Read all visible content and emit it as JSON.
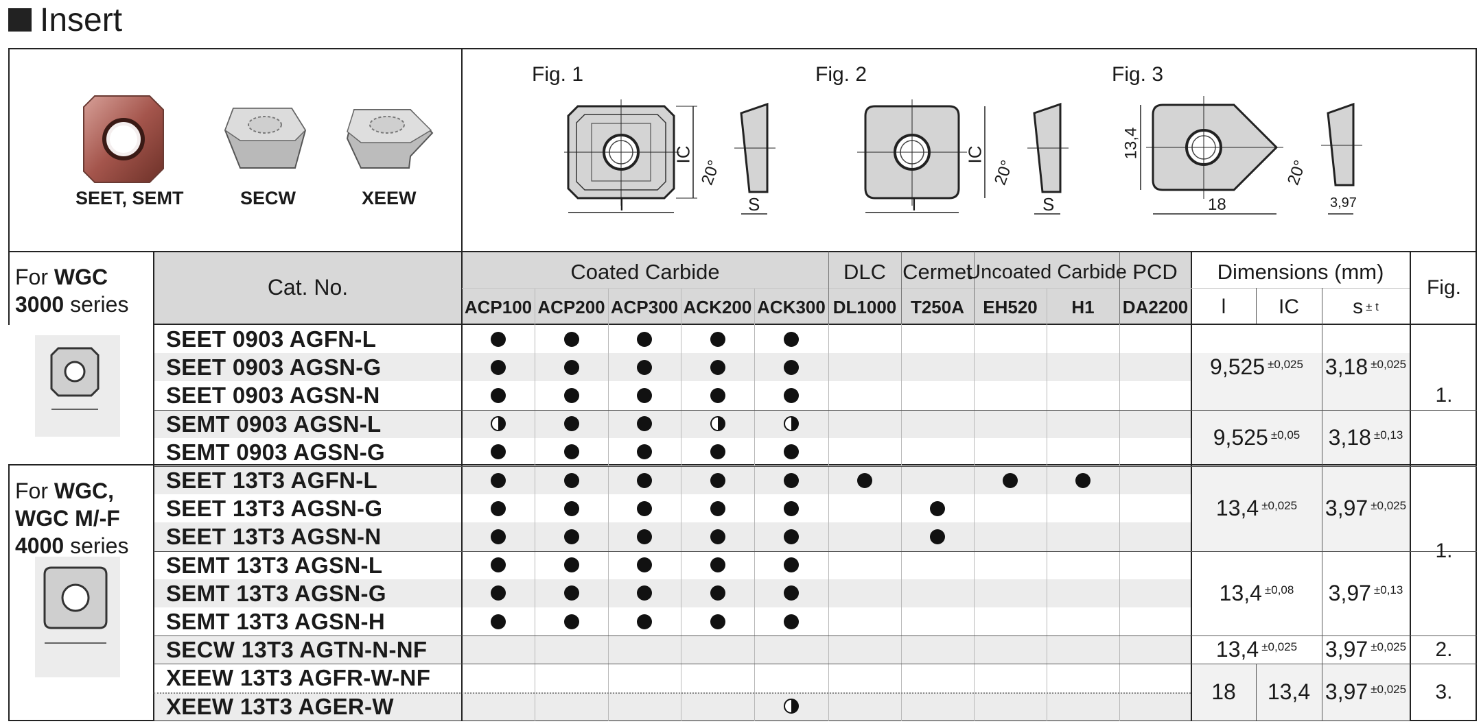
{
  "title": "Insert",
  "product_images": [
    {
      "label": "SEET, SEMT"
    },
    {
      "label": "SECW"
    },
    {
      "label": "XEEW"
    }
  ],
  "figures": [
    {
      "label": "Fig. 1",
      "dims": {
        "ic": "IC",
        "l": "l",
        "s": "S",
        "angle": "20°"
      }
    },
    {
      "label": "Fig. 2",
      "dims": {
        "ic": "IC",
        "l": "l",
        "s": "S",
        "angle": "20°"
      }
    },
    {
      "label": "Fig. 3",
      "dims": {
        "height": "13,4",
        "width": "18",
        "s": "3,97",
        "angle": "20°"
      }
    }
  ],
  "table": {
    "cat_header": "Cat. No.",
    "groups": [
      {
        "name": "Coated Carbide"
      },
      {
        "name": "DLC"
      },
      {
        "name": "Cermet"
      },
      {
        "name": "Uncoated Carbide"
      },
      {
        "name": "PCD"
      },
      {
        "name": "Dimensions (mm)"
      }
    ],
    "grades": [
      "ACP100",
      "ACP200",
      "ACP300",
      "ACK200",
      "ACK300",
      "DL1000",
      "T250A",
      "EH520",
      "H1",
      "DA2200"
    ],
    "dim_headers": {
      "l": "l",
      "ic": "IC",
      "s": "s",
      "s_sup": "± t"
    },
    "fig_header": "Fig.",
    "series": [
      {
        "prefix": "For ",
        "bold": "WGC",
        "line2_bold": "3000",
        "line2": " series"
      },
      {
        "prefix": "For ",
        "bold": "WGC,",
        "line2_bold": "WGC M/-F",
        "line3_bold": "4000",
        "line3": " series"
      }
    ],
    "rows": [
      {
        "cat": "SEET 0903 AGFN-L",
        "marks": [
          "F",
          "F",
          "F",
          "F",
          "F",
          "",
          "",
          "",
          "",
          ""
        ]
      },
      {
        "cat": "SEET 0903 AGSN-G",
        "marks": [
          "F",
          "F",
          "F",
          "F",
          "F",
          "",
          "",
          "",
          "",
          ""
        ]
      },
      {
        "cat": "SEET 0903 AGSN-N",
        "marks": [
          "F",
          "F",
          "F",
          "F",
          "F",
          "",
          "",
          "",
          "",
          ""
        ]
      },
      {
        "cat": "SEMT 0903 AGSN-L",
        "marks": [
          "P",
          "F",
          "F",
          "P",
          "P",
          "",
          "",
          "",
          "",
          ""
        ]
      },
      {
        "cat": "SEMT 0903 AGSN-G",
        "marks": [
          "F",
          "F",
          "F",
          "F",
          "F",
          "",
          "",
          "",
          "",
          ""
        ]
      },
      {
        "cat": "SEET 13T3 AGFN-L",
        "marks": [
          "F",
          "F",
          "F",
          "F",
          "F",
          "F",
          "",
          "F",
          "F",
          ""
        ]
      },
      {
        "cat": "SEET 13T3 AGSN-G",
        "marks": [
          "F",
          "F",
          "F",
          "F",
          "F",
          "",
          "F",
          "",
          "",
          ""
        ]
      },
      {
        "cat": "SEET 13T3 AGSN-N",
        "marks": [
          "F",
          "F",
          "F",
          "F",
          "F",
          "",
          "F",
          "",
          "",
          ""
        ]
      },
      {
        "cat": "SEMT 13T3 AGSN-L",
        "marks": [
          "F",
          "F",
          "F",
          "F",
          "F",
          "",
          "",
          "",
          "",
          ""
        ]
      },
      {
        "cat": "SEMT 13T3 AGSN-G",
        "marks": [
          "F",
          "F",
          "F",
          "F",
          "F",
          "",
          "",
          "",
          "",
          ""
        ]
      },
      {
        "cat": "SEMT 13T3 AGSN-H",
        "marks": [
          "F",
          "F",
          "F",
          "F",
          "F",
          "",
          "",
          "",
          "",
          ""
        ]
      },
      {
        "cat": "SECW 13T3 AGTN-N-NF",
        "marks": [
          "",
          "",
          "",
          "",
          "",
          "",
          "",
          "",
          "",
          ""
        ]
      },
      {
        "cat": "XEEW 13T3 AGFR-W-NF",
        "marks": [
          "",
          "",
          "",
          "",
          "",
          "",
          "",
          "",
          "",
          ""
        ]
      },
      {
        "cat": "XEEW 13T3 AGER-W",
        "marks": [
          "",
          "",
          "",
          "",
          "P",
          "",
          "",
          "",
          "",
          ""
        ]
      }
    ],
    "dimensions": [
      {
        "l": "9,525",
        "l_tol": "±0,025",
        "ic": "",
        "s": "3,18",
        "s_tol": "±0,025"
      },
      {
        "l": "9,525",
        "l_tol": "±0,05",
        "ic": "",
        "s": "3,18",
        "s_tol": "±0,13"
      },
      {
        "l": "13,4",
        "l_tol": "±0,025",
        "ic": "",
        "s": "3,97",
        "s_tol": "±0,025"
      },
      {
        "l": "13,4",
        "l_tol": "±0,08",
        "ic": "",
        "s": "3,97",
        "s_tol": "±0,13"
      },
      {
        "l": "13,4",
        "l_tol": "±0,025",
        "ic": "",
        "s": "3,97",
        "s_tol": "±0,025"
      },
      {
        "l": "18",
        "l_tol": "",
        "ic": "13,4",
        "s": "3,97",
        "s_tol": "±0,025"
      }
    ],
    "fig_refs": [
      "1.",
      "1.",
      "2.",
      "3."
    ],
    "legend_marks": {
      "F": "full-dot",
      "P": "half-dot"
    }
  }
}
